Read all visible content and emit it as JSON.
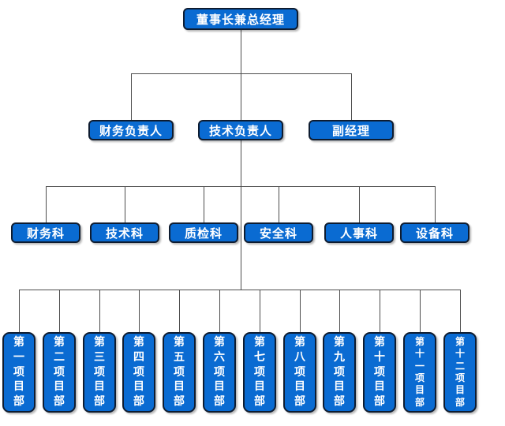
{
  "org": {
    "root": {
      "label": "董事长兼总经理"
    },
    "level2": [
      {
        "label": "财务负责人"
      },
      {
        "label": "技术负责人"
      },
      {
        "label": "副经理"
      }
    ],
    "level3": [
      {
        "label": "财务科"
      },
      {
        "label": "技术科"
      },
      {
        "label": "质检科"
      },
      {
        "label": "安全科"
      },
      {
        "label": "人事科"
      },
      {
        "label": "设备科"
      }
    ],
    "level4": [
      {
        "label": "第一项目部"
      },
      {
        "label": "第二项目部"
      },
      {
        "label": "第三项目部"
      },
      {
        "label": "第四项目部"
      },
      {
        "label": "第五项目部"
      },
      {
        "label": "第六项目部"
      },
      {
        "label": "第七项目部"
      },
      {
        "label": "第八项目部"
      },
      {
        "label": "第九项目部"
      },
      {
        "label": "第十项目部"
      },
      {
        "label": "第十一项目部"
      },
      {
        "label": "第十二项目部"
      }
    ]
  },
  "colors": {
    "box_fill": "#0a6bd2",
    "box_border": "#0e1c30",
    "box_text": "#ffffff",
    "line": "#4d4d4d",
    "background": "#ffffff"
  }
}
